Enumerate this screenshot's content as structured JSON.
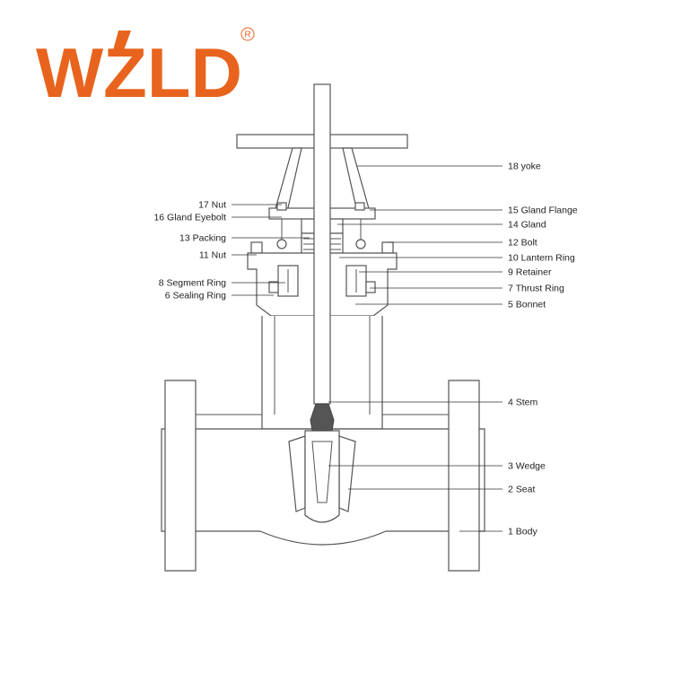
{
  "logo": {
    "text": "WZLD",
    "registered_mark": "R",
    "color": "#e8641e",
    "accent_color": "#e8641e"
  },
  "colors": {
    "line": "#555555",
    "label": "#222222"
  },
  "labels_left": [
    {
      "id": "17",
      "text": "17 Nut"
    },
    {
      "id": "16",
      "text": "16 Gland Eyebolt"
    },
    {
      "id": "13",
      "text": "13 Packing"
    },
    {
      "id": "11",
      "text": "11 Nut"
    },
    {
      "id": "8",
      "text": "8 Segment Ring"
    },
    {
      "id": "6",
      "text": "6 Sealing Ring"
    }
  ],
  "labels_right": [
    {
      "id": "18",
      "text": "18 yoke"
    },
    {
      "id": "15",
      "text": "15 Gland Flange"
    },
    {
      "id": "14",
      "text": "14 Gland"
    },
    {
      "id": "12",
      "text": "12 Bolt"
    },
    {
      "id": "10",
      "text": "10 Lantern Ring"
    },
    {
      "id": "9",
      "text": "9 Retainer"
    },
    {
      "id": "7",
      "text": "7 Thrust Ring"
    },
    {
      "id": "5",
      "text": "5 Bonnet"
    },
    {
      "id": "4",
      "text": "4 Stem"
    },
    {
      "id": "3",
      "text": "3 Wedge"
    },
    {
      "id": "2",
      "text": "2 Seat"
    },
    {
      "id": "1",
      "text": "1 Body"
    }
  ]
}
